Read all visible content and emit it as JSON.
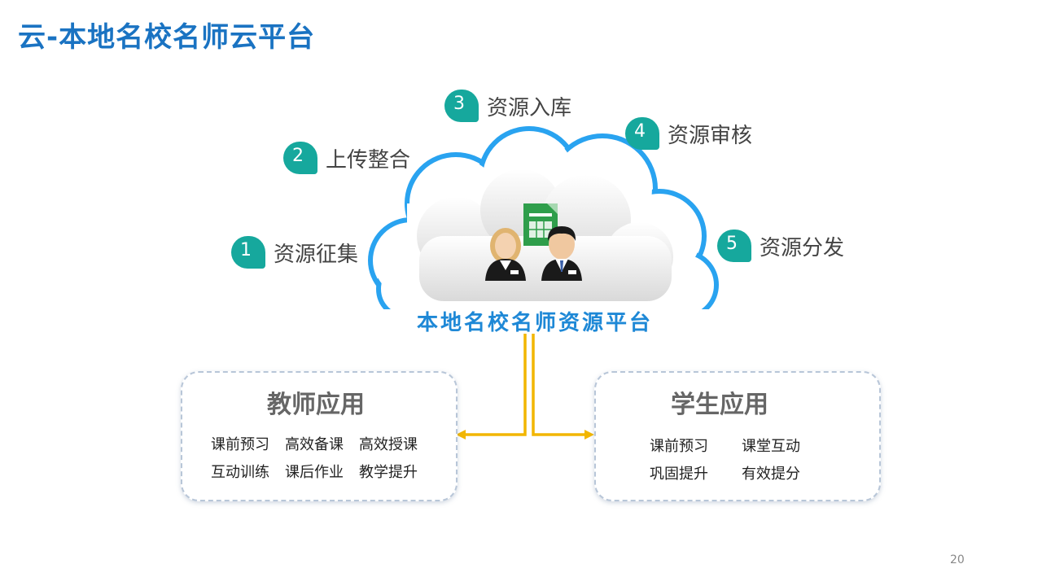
{
  "title": "云-本地名校名师云平台",
  "steps": [
    {
      "num": "1",
      "label": "资源征集"
    },
    {
      "num": "2",
      "label": "上传整合"
    },
    {
      "num": "3",
      "label": "资源入库"
    },
    {
      "num": "4",
      "label": "资源审核"
    },
    {
      "num": "5",
      "label": "资源分发"
    }
  ],
  "platform_label": "本地名校名师资源平台",
  "teacher": {
    "title": "教师应用",
    "items": [
      "课前预习",
      "高效备课",
      "高效授课",
      "互动训练",
      "课后作业",
      "教学提升"
    ]
  },
  "student": {
    "title": "学生应用",
    "items": [
      "课前预习",
      "课堂互动",
      "巩固提升",
      "有效提分"
    ]
  },
  "page_number": "20",
  "colors": {
    "title": "#1a73c2",
    "badge": "#16a89d",
    "cloud_outline": "#29a3f0",
    "arrow": "#f2b600"
  }
}
